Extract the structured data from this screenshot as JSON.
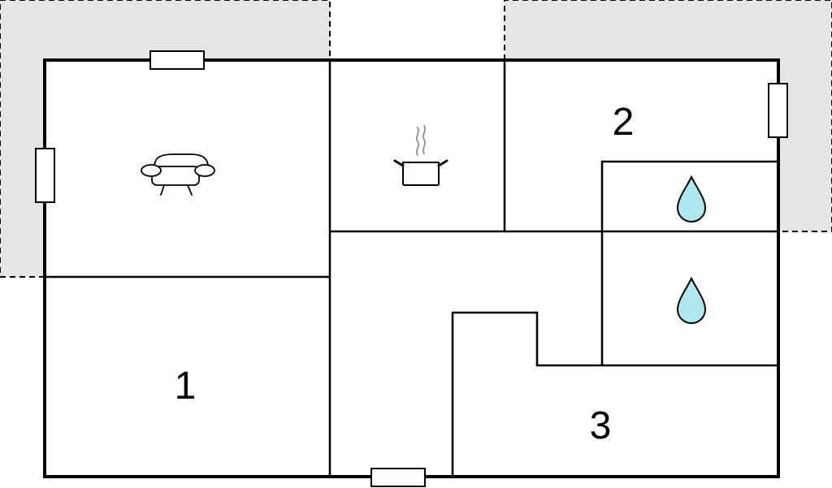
{
  "floor_plan": {
    "colors": {
      "wall": "#000000",
      "terrace": "#e5e5e5",
      "water_drop": "#aee8ee",
      "background": "#ffffff"
    },
    "rooms": [
      {
        "label": "1"
      },
      {
        "label": "2"
      },
      {
        "label": "3"
      }
    ],
    "icons": [
      "sofa-icon",
      "cooking-pot-icon",
      "water-drop-icon",
      "water-drop-icon"
    ],
    "terraces": [
      "terrace-left",
      "terrace-right"
    ],
    "windows": [
      "window-top",
      "window-left",
      "window-right",
      "door-bottom"
    ]
  }
}
